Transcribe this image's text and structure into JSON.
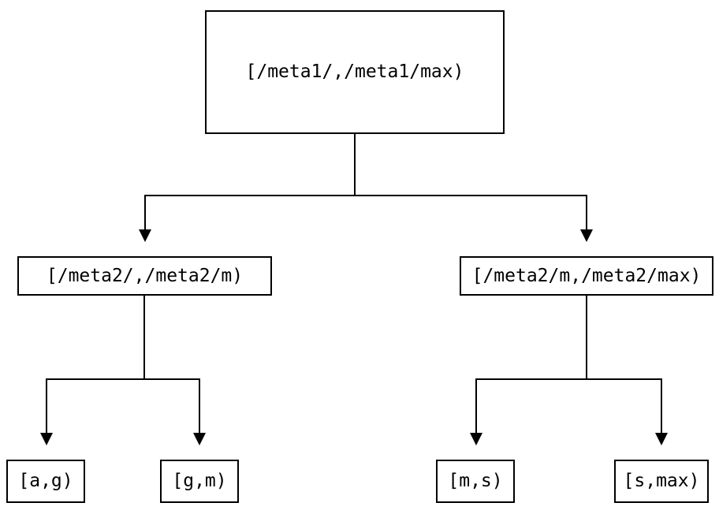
{
  "diagram": {
    "type": "tree",
    "background_color": "#ffffff",
    "line_color": "#000000",
    "text_color": "#000000",
    "nodes": {
      "root": {
        "label": "[/meta1/,/meta1/max)"
      },
      "left": {
        "label": "[/meta2/,/meta2/m)"
      },
      "right": {
        "label": "[/meta2/m,/meta2/max)"
      },
      "leaf_ag": {
        "label": "[a,g)"
      },
      "leaf_gm": {
        "label": "[g,m)"
      },
      "leaf_ms": {
        "label": "[m,s)"
      },
      "leaf_smax": {
        "label": "[s,max)"
      }
    },
    "edges": [
      {
        "from": "root",
        "to": "left",
        "arrow": "down"
      },
      {
        "from": "root",
        "to": "right",
        "arrow": "down"
      },
      {
        "from": "left",
        "to": "leaf_ag",
        "arrow": "down"
      },
      {
        "from": "left",
        "to": "leaf_gm",
        "arrow": "down"
      },
      {
        "from": "right",
        "to": "leaf_ms",
        "arrow": "down"
      },
      {
        "from": "right",
        "to": "leaf_smax",
        "arrow": "down"
      }
    ]
  }
}
